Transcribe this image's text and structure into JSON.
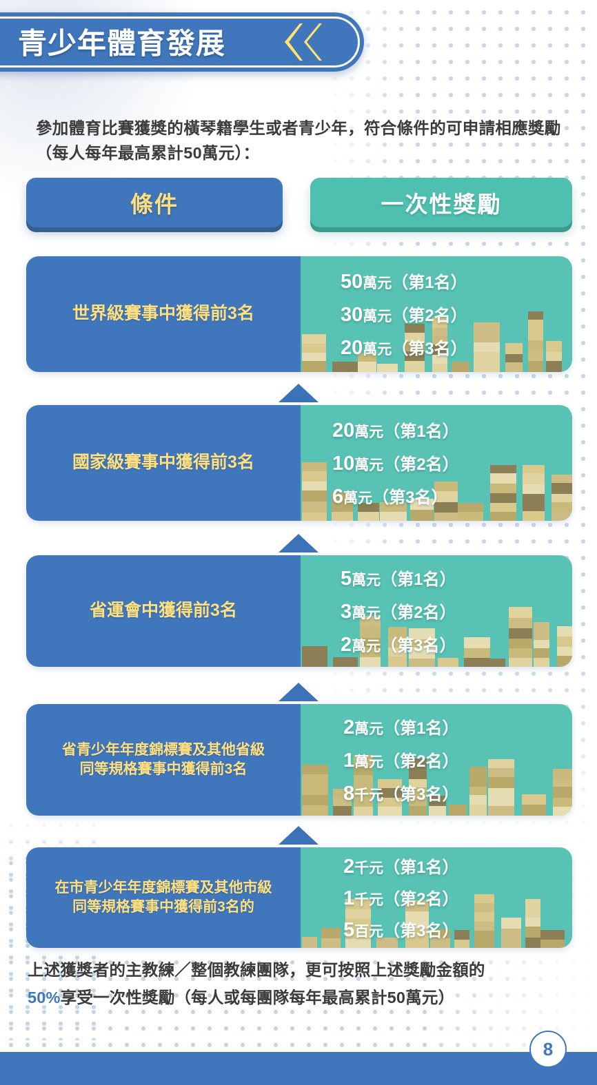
{
  "header": {
    "title": "青少年體育發展",
    "chevron_icon": "double-chevron-left-icon",
    "banner_color": "#4077bc",
    "chevron_color": "#ffe36e"
  },
  "intro": {
    "text": "參加體育比賽獲獎的橫琴籍學生或者青少年，符合條件的可申請相應獎勵（每人每年最高累計50萬元）："
  },
  "table": {
    "headers": {
      "condition": "條件",
      "award": "一次性獎勵"
    },
    "header_colors": {
      "condition_bg": "#4077bc",
      "condition_text": "#ffe07d",
      "award_bg": "#4fc0b0",
      "award_text": "#ffffff"
    },
    "rows": [
      {
        "condition": "世界級賽事中獲得前3名",
        "condition_lines": [
          "世界級賽事中獲得前3名"
        ],
        "awards": [
          {
            "amount": "50",
            "unit": "萬元",
            "rank": "（第1名）"
          },
          {
            "amount": "30",
            "unit": "萬元",
            "rank": "（第2名）"
          },
          {
            "amount": "20",
            "unit": "萬元",
            "rank": "（第3名）"
          }
        ]
      },
      {
        "condition": "國家級賽事中獲得前3名",
        "condition_lines": [
          "國家級賽事中獲得前3名"
        ],
        "awards": [
          {
            "amount": "20",
            "unit": "萬元",
            "rank": "（第1名）"
          },
          {
            "amount": "10",
            "unit": "萬元",
            "rank": "（第2名）"
          },
          {
            "amount": "6",
            "unit": "萬元",
            "rank": "（第3名）"
          }
        ]
      },
      {
        "condition": "省運會中獲得前3名",
        "condition_lines": [
          "省運會中獲得前3名"
        ],
        "awards": [
          {
            "amount": "5",
            "unit": "萬元",
            "rank": "（第1名）"
          },
          {
            "amount": "3",
            "unit": "萬元",
            "rank": "（第2名）"
          },
          {
            "amount": "2",
            "unit": "萬元",
            "rank": "（第3名）"
          }
        ]
      },
      {
        "condition": "省青少年年度錦標賽及其他省級同等規格賽事中獲得前3名",
        "condition_lines": [
          "省青少年年度錦標賽及其他省級",
          "同等規格賽事中獲得前3名"
        ],
        "awards": [
          {
            "amount": "2",
            "unit": "萬元",
            "rank": "（第1名）"
          },
          {
            "amount": "1",
            "unit": "萬元",
            "rank": "（第2名）"
          },
          {
            "amount": "8",
            "unit": "千元",
            "rank": "（第3名）"
          }
        ]
      },
      {
        "condition": "在市青少年年度錦標賽及其他市級同等規格賽事中獲得前3名的",
        "condition_lines": [
          "在市青少年年度錦標賽及其他市級",
          "同等規格賽事中獲得前3名的"
        ],
        "awards": [
          {
            "amount": "2",
            "unit": "千元",
            "rank": "（第1名）"
          },
          {
            "amount": "1",
            "unit": "千元",
            "rank": "（第2名）"
          },
          {
            "amount": "5",
            "unit": "百元",
            "rank": "（第3名）"
          }
        ]
      }
    ]
  },
  "footer": {
    "line1": "上述獲獎者的主教練／整個教練團隊，更可按照上述獎勵金額的",
    "percent": "50%",
    "line2_rest": "享受一次性獎勵（每人或每團隊每年最高累計50萬元）",
    "percent_color": "#3f79bd"
  },
  "page": {
    "number": "8",
    "bar_color": "#4077bc"
  }
}
